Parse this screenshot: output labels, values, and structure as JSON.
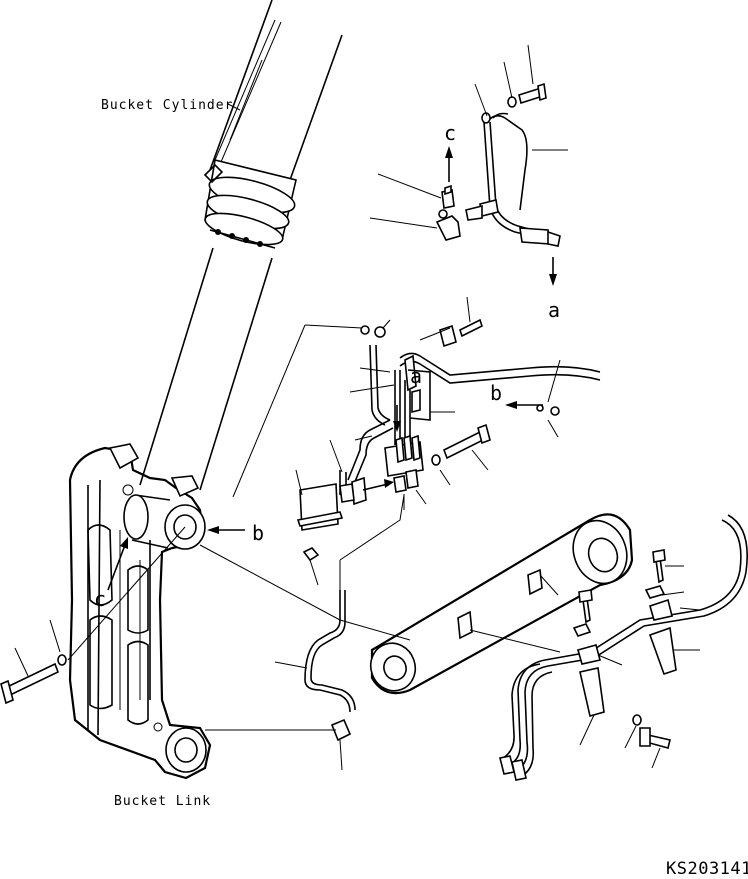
{
  "labels": {
    "bucket_cylinder": "Bucket Cylinder",
    "bucket_link": "Bucket Link",
    "drawing_code": "KS203141"
  },
  "ref_letters": {
    "c_top": "c",
    "a_top": "a",
    "a_mid": "a",
    "b_mid": "b",
    "b_left": "b",
    "c_left": "c"
  }
}
